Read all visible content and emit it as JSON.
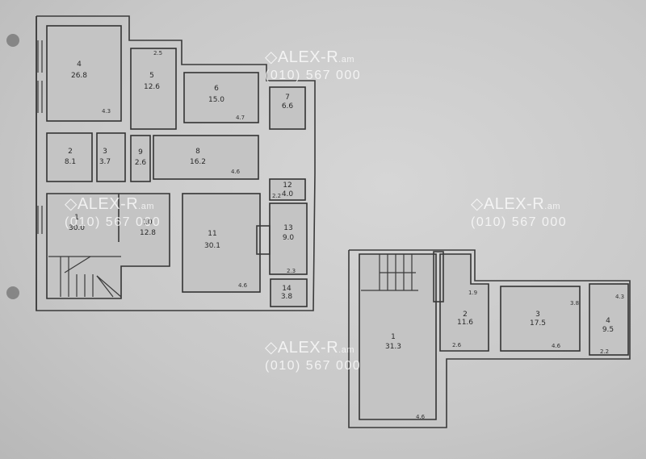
{
  "watermark": {
    "brand": "ALEX-R",
    "suffix": ".am",
    "phone": "(010) 567 000"
  },
  "floor_1": {
    "rooms": [
      {
        "num": "1",
        "area": "30.0"
      },
      {
        "num": "2",
        "area": "8.1"
      },
      {
        "num": "3",
        "area": "3.7"
      },
      {
        "num": "4",
        "area": "26.8"
      },
      {
        "num": "5",
        "area": "12.6"
      },
      {
        "num": "6",
        "area": "15.0"
      },
      {
        "num": "7",
        "area": "6.6"
      },
      {
        "num": "8",
        "area": "16.2"
      },
      {
        "num": "9",
        "area": "2.6"
      },
      {
        "num": "10",
        "area": "12.8"
      },
      {
        "num": "11",
        "area": "30.1"
      },
      {
        "num": "12",
        "area": "4.0"
      },
      {
        "num": "13",
        "area": "9.0"
      },
      {
        "num": "14",
        "area": "3.8"
      }
    ],
    "dims": [
      "2.5",
      "4.3",
      "4.7",
      "4.6",
      "4.6",
      "2.2",
      "2.3"
    ]
  },
  "floor_2": {
    "rooms": [
      {
        "num": "1",
        "area": "31.3"
      },
      {
        "num": "2",
        "area": "11.6"
      },
      {
        "num": "3",
        "area": "17.5"
      },
      {
        "num": "4",
        "area": "9.5"
      }
    ],
    "dims": [
      "4.6",
      "4.6",
      "2.2",
      "2.6",
      "1.9",
      "3.8",
      "4.3"
    ]
  }
}
